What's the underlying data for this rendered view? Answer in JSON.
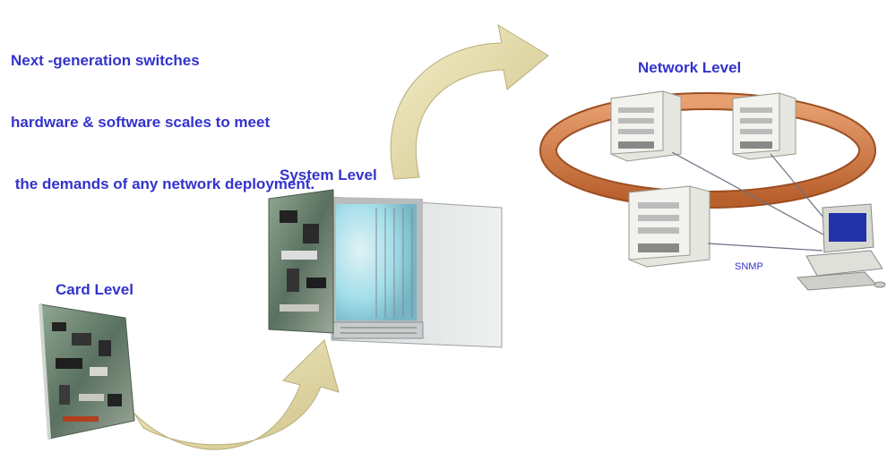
{
  "headline": [
    "Next -generation switches",
    "hardware & software scales to meet",
    " the demands of any network deployment."
  ],
  "labels": {
    "card_level": "Card Level",
    "system_level": "System  Level",
    "network_level": "Network  Level",
    "snmp": "SNMP"
  },
  "colors": {
    "text": "#3333cc",
    "arrow_fill": "#e8e0b0",
    "ring": "#d98c50",
    "screen": "#2233aa"
  },
  "icons": [
    "circuit-card",
    "chassis",
    "server",
    "workstation",
    "curved-arrow",
    "ring-network"
  ]
}
